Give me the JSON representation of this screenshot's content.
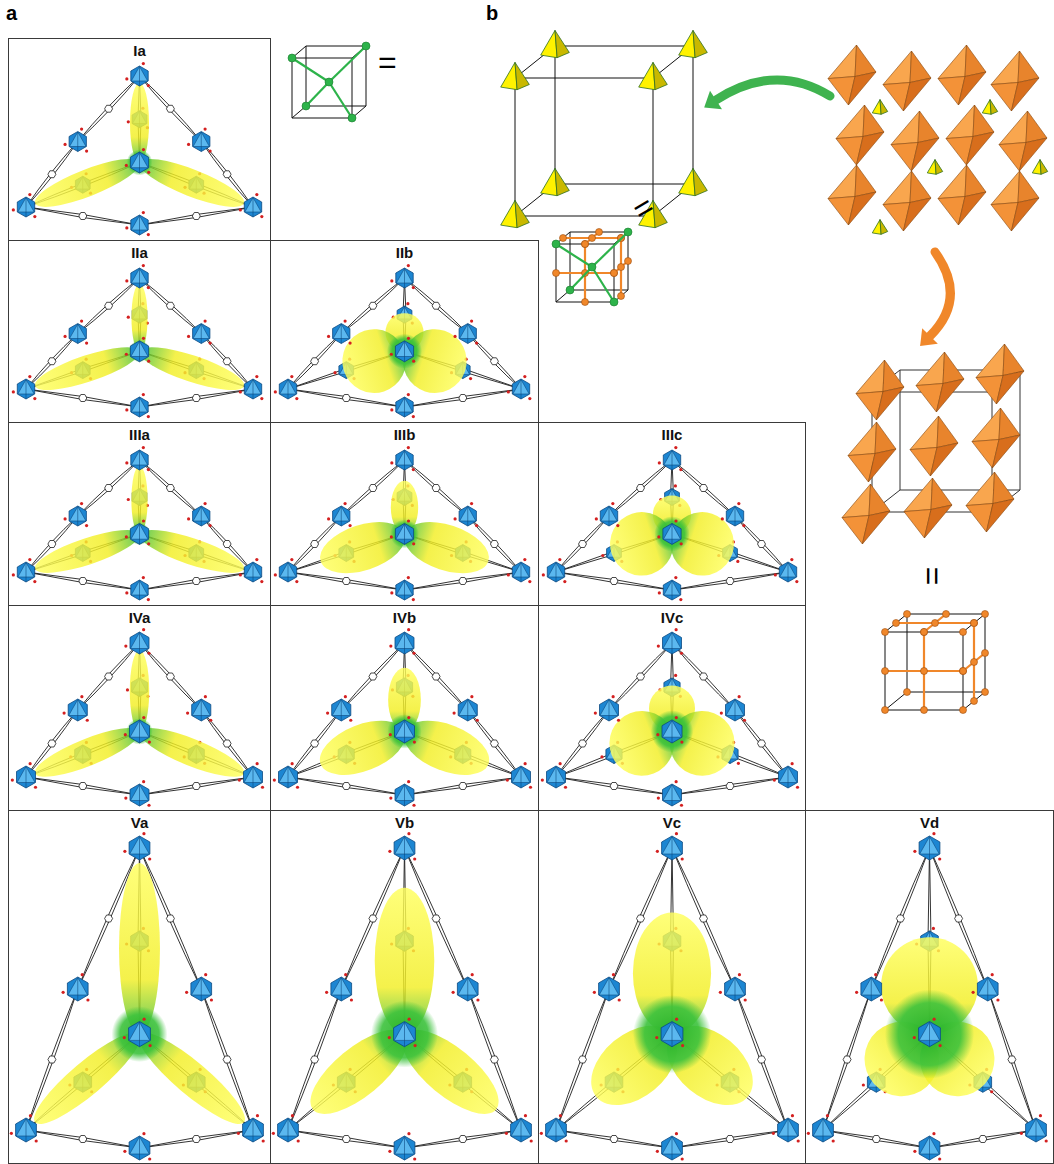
{
  "diagram": {
    "nodes": [
      {
        "text": [
          "Ia"
        ]
      },
      {
        "text": [
          "IIa"
        ]
      },
      {
        "text": [
          "IIb"
        ]
      },
      {
        "text": [
          "IIIa"
        ]
      },
      {
        "text": [
          "IIIb"
        ]
      },
      {
        "text": [
          "IIIc"
        ]
      },
      {
        "text": [
          "IVa"
        ]
      },
      {
        "text": [
          "IVb"
        ]
      },
      {
        "text": [
          "IVc"
        ]
      },
      {
        "text": [
          "Va"
        ]
      },
      {
        "text": [
          "Vb"
        ]
      },
      {
        "text": [
          "Vc"
        ]
      },
      {
        "text": [
          "Vd"
        ]
      }
    ],
    "labels": [
      "a",
      "b",
      "=",
      "=",
      "="
    ]
  }
}
